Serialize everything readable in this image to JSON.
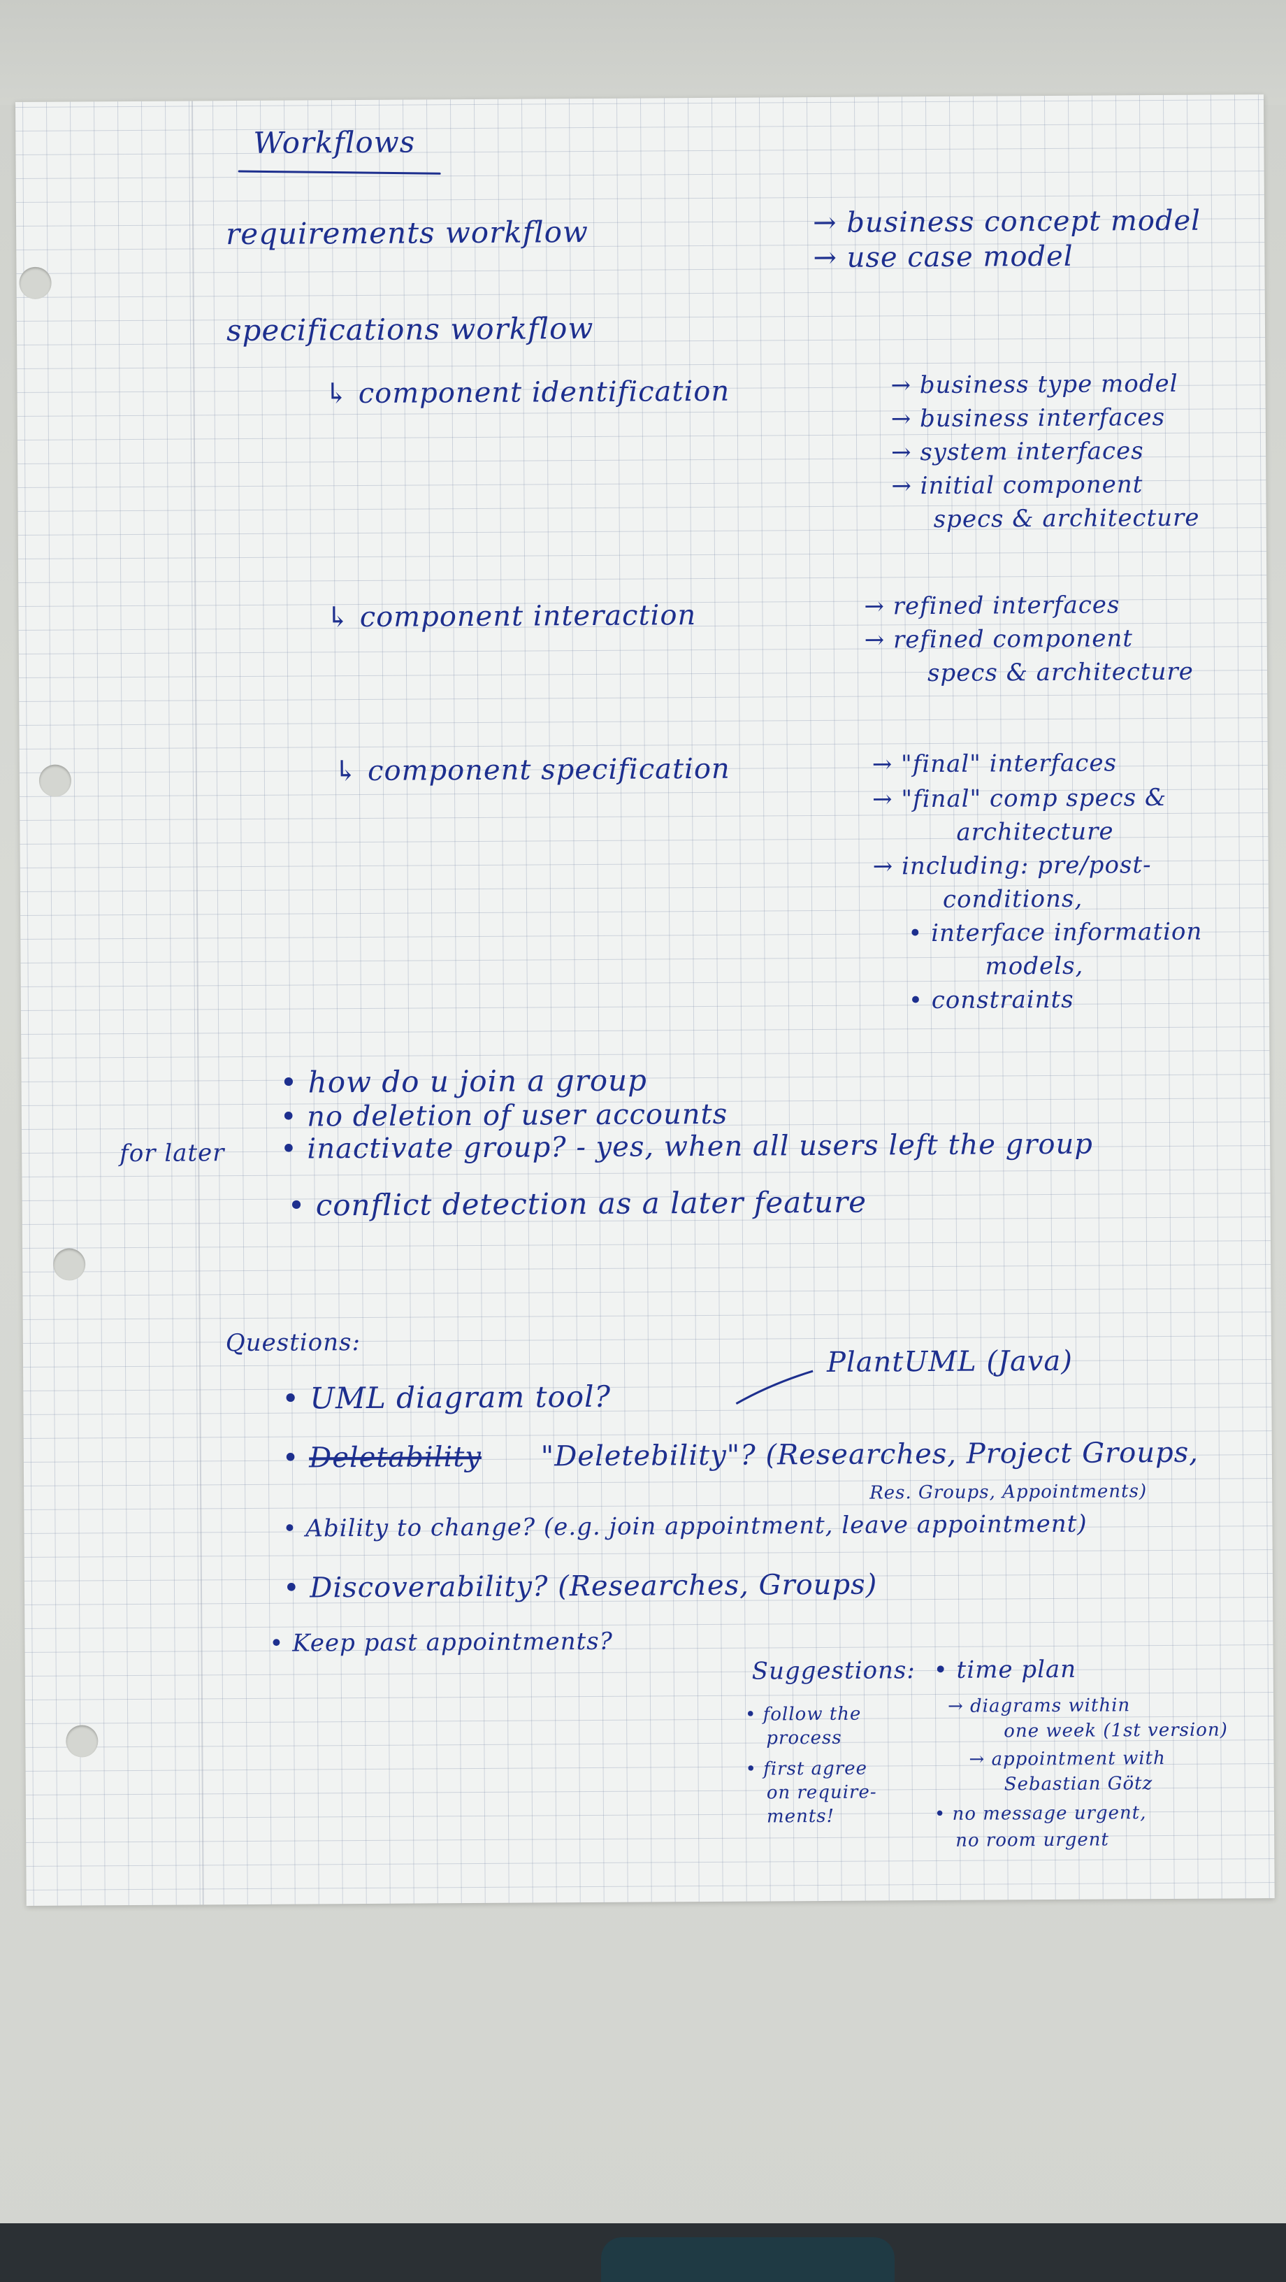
{
  "heading": "Workflows",
  "requirements": {
    "label": "requirements workflow",
    "outputs": [
      "business concept model",
      "use case model"
    ]
  },
  "specifications": {
    "label": "specifications workflow",
    "identification": {
      "label": "component identification",
      "outputs": [
        "business type model",
        "business interfaces",
        "system interfaces",
        "initial component",
        "specs & architecture"
      ]
    },
    "interaction": {
      "label": "component interaction",
      "outputs": [
        "refined interfaces",
        "refined component",
        "specs & architecture"
      ]
    },
    "specification": {
      "label": "component specification",
      "outputs": [
        "\"final\" interfaces",
        "\"final\" comp specs &",
        "architecture",
        "including: pre/post-",
        "conditions,",
        "interface information",
        "models,",
        "constraints"
      ]
    }
  },
  "notes": {
    "for_later_label": "for later",
    "items": [
      "how do u join a group",
      "no deletion of user accounts",
      "inactivate group? - yes, when all users left the group",
      "conflict detection as a later feature"
    ]
  },
  "questions": {
    "label": "Questions:",
    "uml": "UML diagram tool?",
    "uml_answer": "PlantUML (Java)",
    "deletability_struck": "Deletability",
    "deletability": "\"Deletebility\"? (Researches, Project Groups,",
    "deletability_cont": "Res. Groups, Appointments)",
    "ability": "Ability to change? (e.g. join appointment, leave appointment)",
    "discoverability": "Discoverability? (Researches, Groups)",
    "keep_past": "Keep past appointments?"
  },
  "suggestions": {
    "label": "Suggestions:",
    "left": [
      "follow the",
      "process",
      "first agree",
      "on require-",
      "ments!"
    ],
    "right": [
      "time plan",
      "diagrams within",
      "one week (1st version)",
      "appointment with",
      "Sebastian Götz",
      "no message urgent,",
      "no room urgent"
    ]
  },
  "colors": {
    "ink": "#1d2f8e",
    "paper": "#f1f3f2",
    "grid": "#7887a5"
  }
}
